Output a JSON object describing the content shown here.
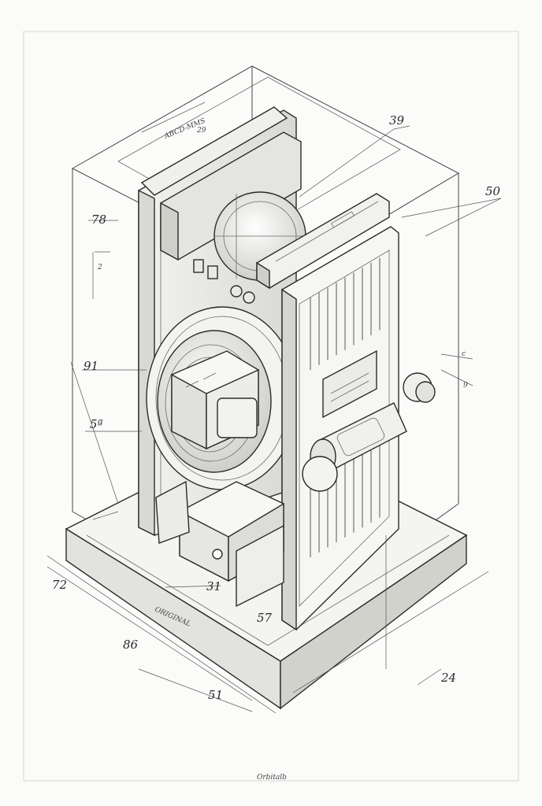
{
  "dimensions": {
    "top_right_a": "39",
    "top_right_b": "50",
    "left_upper": "78",
    "left_middle": "91",
    "left_lower": "5ª",
    "bottom_left": "72",
    "bottom_mid_a": "31",
    "bottom_mid_b": "57",
    "bottom_far": "86",
    "bottom_front": "51",
    "bottom_right": "24",
    "top_mark": "29",
    "small_left": "2",
    "small_right_a": "c",
    "small_right_b": "9"
  },
  "labels": {
    "top_plate": "ABCD-MMS",
    "base_plate": "ORIGINAL",
    "signature": "Orbitalb"
  }
}
